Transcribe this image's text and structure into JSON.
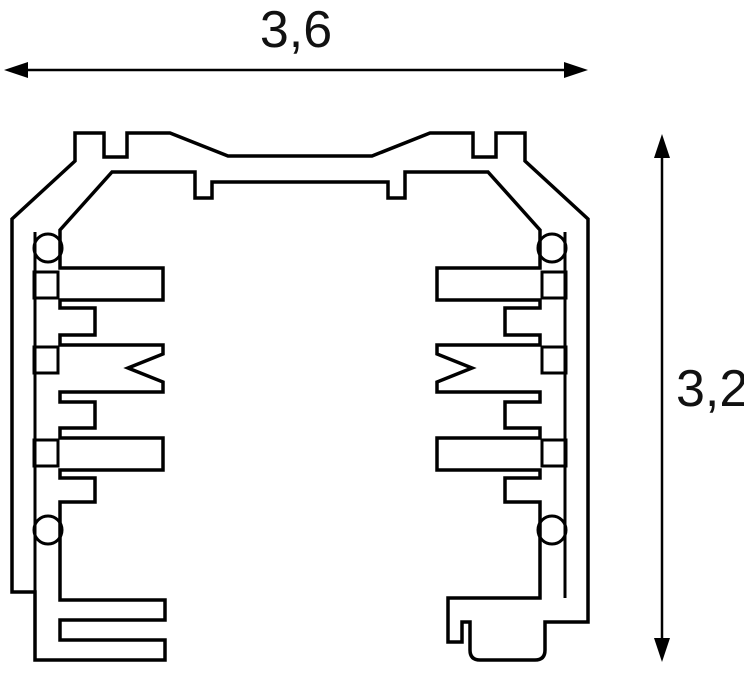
{
  "colors": {
    "background": "#ffffff",
    "line": "#000000",
    "text": "#111111"
  },
  "dimensions": {
    "width": {
      "label": "3,6",
      "orientation": "horizontal",
      "position": "top"
    },
    "height": {
      "label": "3,2",
      "orientation": "vertical",
      "position": "right"
    }
  },
  "drawing": {
    "kind": "extrusion-profile-cross-section"
  }
}
